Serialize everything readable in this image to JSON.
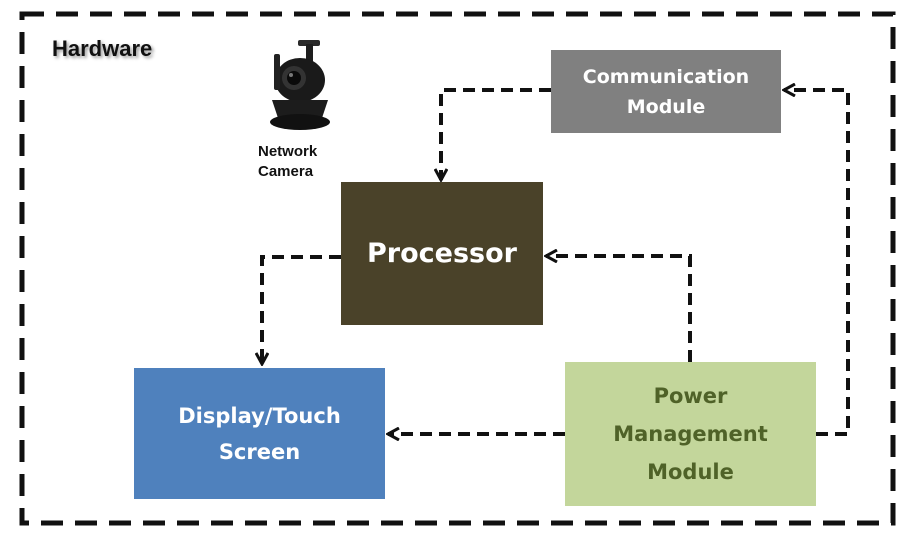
{
  "title": "Hardware",
  "camera": {
    "line1": "Network",
    "line2": "Camera",
    "icon": "network-camera-icon"
  },
  "blocks": {
    "communication": {
      "line1": "Communication",
      "line2": "Module",
      "color": "#808080"
    },
    "processor": {
      "label": "Processor",
      "color": "#4a4229"
    },
    "display": {
      "line1": "Display/Touch",
      "line2": "Screen",
      "color": "#4f81bd"
    },
    "power": {
      "line1": "Power",
      "line2": "Management",
      "line3": "Module",
      "color": "#c3d69b"
    }
  },
  "connections": [
    {
      "from": "communication",
      "to": "processor"
    },
    {
      "from": "processor",
      "to": "display"
    },
    {
      "from": "power",
      "to": "processor"
    },
    {
      "from": "power",
      "to": "display"
    },
    {
      "from": "power",
      "to": "communication"
    }
  ]
}
